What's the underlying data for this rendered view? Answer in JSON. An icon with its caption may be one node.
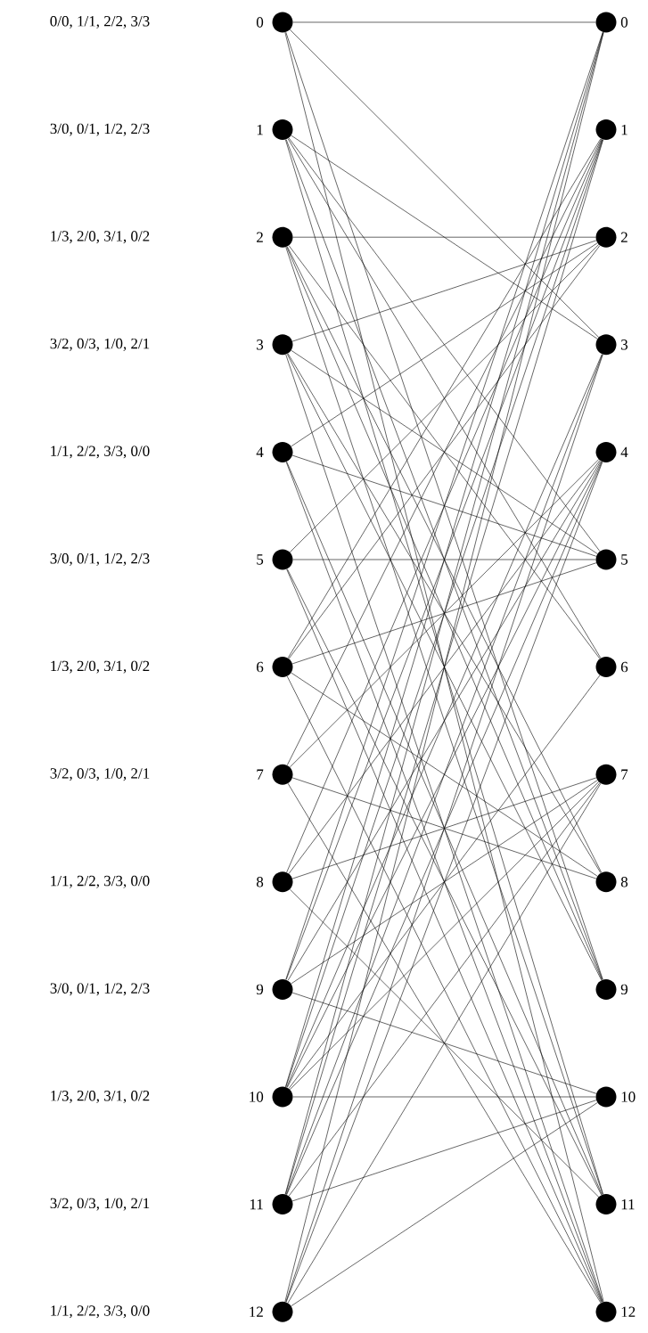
{
  "diagram": {
    "nodes": [
      {
        "text": [],
        "shape": "circle",
        "beside": [
          "0"
        ]
      },
      {
        "text": [],
        "shape": "circle",
        "beside": [
          "1"
        ]
      },
      {
        "text": [],
        "shape": "circle",
        "beside": [
          "2"
        ]
      },
      {
        "text": [],
        "shape": "circle",
        "beside": [
          "3"
        ]
      },
      {
        "text": [],
        "shape": "circle",
        "beside": [
          "4"
        ]
      },
      {
        "text": [],
        "shape": "circle",
        "beside": [
          "5"
        ]
      },
      {
        "text": [],
        "shape": "circle",
        "beside": [
          "6"
        ]
      },
      {
        "text": [],
        "shape": "circle",
        "beside": [
          "7"
        ]
      },
      {
        "text": [],
        "shape": "circle",
        "beside": [
          "8"
        ]
      },
      {
        "text": [],
        "shape": "circle",
        "beside": [
          "9"
        ]
      },
      {
        "text": [],
        "shape": "circle",
        "beside": [
          "10"
        ]
      },
      {
        "text": [],
        "shape": "circle",
        "beside": [
          "11"
        ]
      },
      {
        "text": [],
        "shape": "circle",
        "beside": [
          "12"
        ]
      },
      {
        "text": [],
        "shape": "circle",
        "beside": [
          "0"
        ]
      },
      {
        "text": [],
        "shape": "circle",
        "beside": [
          "1"
        ]
      },
      {
        "text": [],
        "shape": "circle",
        "beside": [
          "2"
        ]
      },
      {
        "text": [],
        "shape": "circle",
        "beside": [
          "3"
        ]
      },
      {
        "text": [],
        "shape": "circle",
        "beside": [
          "4"
        ]
      },
      {
        "text": [],
        "shape": "circle",
        "beside": [
          "5"
        ]
      },
      {
        "text": [],
        "shape": "circle",
        "beside": [
          "6"
        ]
      },
      {
        "text": [],
        "shape": "circle",
        "beside": [
          "7"
        ]
      },
      {
        "text": [],
        "shape": "circle",
        "beside": [
          "8"
        ]
      },
      {
        "text": [],
        "shape": "circle",
        "beside": [
          "9"
        ]
      },
      {
        "text": [],
        "shape": "circle",
        "beside": [
          "10"
        ]
      },
      {
        "text": [],
        "shape": "circle",
        "beside": [
          "11"
        ]
      },
      {
        "text": [],
        "shape": "circle",
        "beside": [
          "12"
        ]
      }
    ],
    "edges": [
      {
        "from": 0,
        "to": 13,
        "arrow": "none"
      },
      {
        "from": 0,
        "to": 16,
        "arrow": "none"
      },
      {
        "from": 0,
        "to": 22,
        "arrow": "none"
      },
      {
        "from": 0,
        "to": 25,
        "arrow": "none"
      },
      {
        "from": 1,
        "to": 16,
        "arrow": "none"
      },
      {
        "from": 1,
        "to": 18,
        "arrow": "none"
      },
      {
        "from": 1,
        "to": 19,
        "arrow": "none"
      },
      {
        "from": 1,
        "to": 22,
        "arrow": "none"
      },
      {
        "from": 1,
        "to": 24,
        "arrow": "none"
      },
      {
        "from": 2,
        "to": 15,
        "arrow": "none"
      },
      {
        "from": 2,
        "to": 19,
        "arrow": "none"
      },
      {
        "from": 2,
        "to": 21,
        "arrow": "none"
      },
      {
        "from": 2,
        "to": 22,
        "arrow": "none"
      },
      {
        "from": 2,
        "to": 24,
        "arrow": "none"
      },
      {
        "from": 3,
        "to": 15,
        "arrow": "none"
      },
      {
        "from": 3,
        "to": 18,
        "arrow": "none"
      },
      {
        "from": 3,
        "to": 21,
        "arrow": "none"
      },
      {
        "from": 3,
        "to": 22,
        "arrow": "none"
      },
      {
        "from": 3,
        "to": 25,
        "arrow": "none"
      },
      {
        "from": 4,
        "to": 15,
        "arrow": "none"
      },
      {
        "from": 4,
        "to": 18,
        "arrow": "none"
      },
      {
        "from": 4,
        "to": 24,
        "arrow": "none"
      },
      {
        "from": 4,
        "to": 25,
        "arrow": "none"
      },
      {
        "from": 5,
        "to": 15,
        "arrow": "none"
      },
      {
        "from": 5,
        "to": 18,
        "arrow": "none"
      },
      {
        "from": 5,
        "to": 24,
        "arrow": "none"
      },
      {
        "from": 5,
        "to": 25,
        "arrow": "none"
      },
      {
        "from": 6,
        "to": 14,
        "arrow": "none"
      },
      {
        "from": 6,
        "to": 15,
        "arrow": "none"
      },
      {
        "from": 6,
        "to": 18,
        "arrow": "none"
      },
      {
        "from": 6,
        "to": 21,
        "arrow": "none"
      },
      {
        "from": 6,
        "to": 25,
        "arrow": "none"
      },
      {
        "from": 7,
        "to": 14,
        "arrow": "none"
      },
      {
        "from": 7,
        "to": 17,
        "arrow": "none"
      },
      {
        "from": 7,
        "to": 21,
        "arrow": "none"
      },
      {
        "from": 7,
        "to": 25,
        "arrow": "none"
      },
      {
        "from": 8,
        "to": 14,
        "arrow": "none"
      },
      {
        "from": 8,
        "to": 17,
        "arrow": "none"
      },
      {
        "from": 8,
        "to": 20,
        "arrow": "none"
      },
      {
        "from": 8,
        "to": 24,
        "arrow": "none"
      },
      {
        "from": 9,
        "to": 13,
        "arrow": "none"
      },
      {
        "from": 9,
        "to": 14,
        "arrow": "none"
      },
      {
        "from": 9,
        "to": 17,
        "arrow": "none"
      },
      {
        "from": 9,
        "to": 20,
        "arrow": "none"
      },
      {
        "from": 9,
        "to": 23,
        "arrow": "none"
      },
      {
        "from": 10,
        "to": 13,
        "arrow": "none"
      },
      {
        "from": 10,
        "to": 14,
        "arrow": "none"
      },
      {
        "from": 10,
        "to": 16,
        "arrow": "none"
      },
      {
        "from": 10,
        "to": 17,
        "arrow": "none"
      },
      {
        "from": 10,
        "to": 19,
        "arrow": "none"
      },
      {
        "from": 10,
        "to": 20,
        "arrow": "none"
      },
      {
        "from": 10,
        "to": 23,
        "arrow": "none"
      },
      {
        "from": 11,
        "to": 13,
        "arrow": "none"
      },
      {
        "from": 11,
        "to": 14,
        "arrow": "none"
      },
      {
        "from": 11,
        "to": 16,
        "arrow": "none"
      },
      {
        "from": 11,
        "to": 17,
        "arrow": "none"
      },
      {
        "from": 11,
        "to": 20,
        "arrow": "none"
      },
      {
        "from": 11,
        "to": 23,
        "arrow": "none"
      },
      {
        "from": 12,
        "to": 13,
        "arrow": "none"
      },
      {
        "from": 12,
        "to": 16,
        "arrow": "none"
      },
      {
        "from": 12,
        "to": 17,
        "arrow": "none"
      },
      {
        "from": 12,
        "to": 20,
        "arrow": "none"
      },
      {
        "from": 12,
        "to": 23,
        "arrow": "none"
      }
    ],
    "labels": [
      "0/0, 1/1, 2/2, 3/3",
      "3/0, 0/1, 1/2, 2/3",
      "1/3, 2/0, 3/1, 0/2",
      "3/2, 0/3, 1/0, 2/1",
      "1/1, 2/2, 3/3, 0/0",
      "3/0, 0/1, 1/2, 2/3",
      "1/3, 2/0, 3/1, 0/2",
      "3/2, 0/3, 1/0, 2/1",
      "1/1, 2/2, 3/3, 0/0",
      "3/0, 0/1, 1/2, 2/3",
      "1/3, 2/0, 3/1, 0/2",
      "3/2, 0/3, 1/0, 2/1",
      "1/1, 2/2, 3/3, 0/0"
    ]
  }
}
